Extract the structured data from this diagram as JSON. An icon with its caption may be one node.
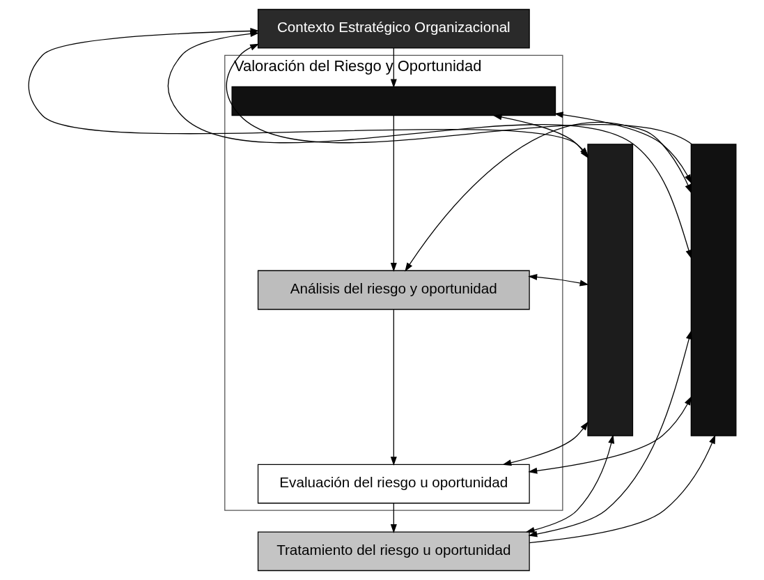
{
  "diagram": {
    "nodes": [
      {
        "text": [],
        "shape": "bar"
      },
      {
        "text": [
          "Contexto Estratégico Organizacional"
        ]
      },
      {
        "text": [],
        "shape": "bar"
      },
      {
        "text": [
          "Valoración del Riesgo y Oportunidad"
        ]
      },
      {
        "text": [],
        "shape": "box",
        "in": 3
      },
      {
        "text": [
          "Análisis del riesgo y oportunidad"
        ],
        "in": 3
      },
      {
        "text": [
          "Evaluación del riesgo u oportunidad"
        ],
        "in": 3
      },
      {
        "text": [
          "Tratamiento del riesgo u oportunidad"
        ]
      }
    ],
    "edges": [
      {
        "from": 0,
        "to": 1,
        "arrow": "both"
      },
      {
        "from": 1,
        "to": 2,
        "arrow": "both"
      },
      {
        "from": 1,
        "to": 4,
        "arrow": "to"
      },
      {
        "from": 0,
        "to": 4,
        "arrow": "both"
      },
      {
        "from": 4,
        "to": 2,
        "arrow": "both"
      },
      {
        "from": 4,
        "to": 5,
        "arrow": "to"
      },
      {
        "from": 0,
        "to": 5,
        "arrow": "both"
      },
      {
        "from": 5,
        "to": 2,
        "arrow": "both"
      },
      {
        "from": 5,
        "to": 6,
        "arrow": "to"
      },
      {
        "from": 0,
        "to": 6,
        "arrow": "both"
      },
      {
        "from": 6,
        "to": 2,
        "arrow": "both"
      },
      {
        "from": 6,
        "to": 7,
        "arrow": "to"
      },
      {
        "from": 0,
        "to": 7,
        "arrow": "both"
      },
      {
        "from": 7,
        "to": 2,
        "arrow": "both"
      },
      {
        "from": 7,
        "to": 2,
        "arrow": "to"
      },
      {
        "from": 2,
        "to": 1,
        "arrow": "to"
      }
    ]
  }
}
